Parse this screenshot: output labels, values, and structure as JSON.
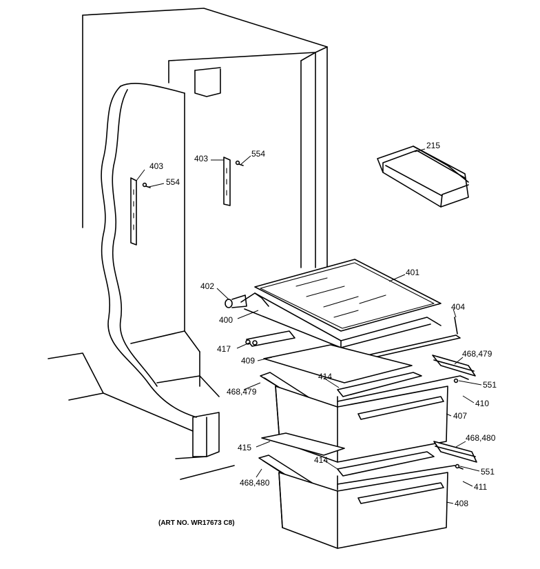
{
  "diagram": {
    "art_number": "(ART NO. WR17673 C8)",
    "parts": {
      "p215": "215",
      "p400": "400",
      "p401": "401",
      "p402": "402",
      "p403a": "403",
      "p403b": "403",
      "p404": "404",
      "p407": "407",
      "p408": "408",
      "p409": "409",
      "p410": "410",
      "p411": "411",
      "p414a": "414",
      "p414b": "414",
      "p415": "415",
      "p417": "417",
      "p468_479a": "468,479",
      "p468_479b": "468,479",
      "p468_480a": "468,480",
      "p468_480b": "468,480",
      "p551a": "551",
      "p551b": "551",
      "p554a": "554",
      "p554b": "554"
    }
  }
}
